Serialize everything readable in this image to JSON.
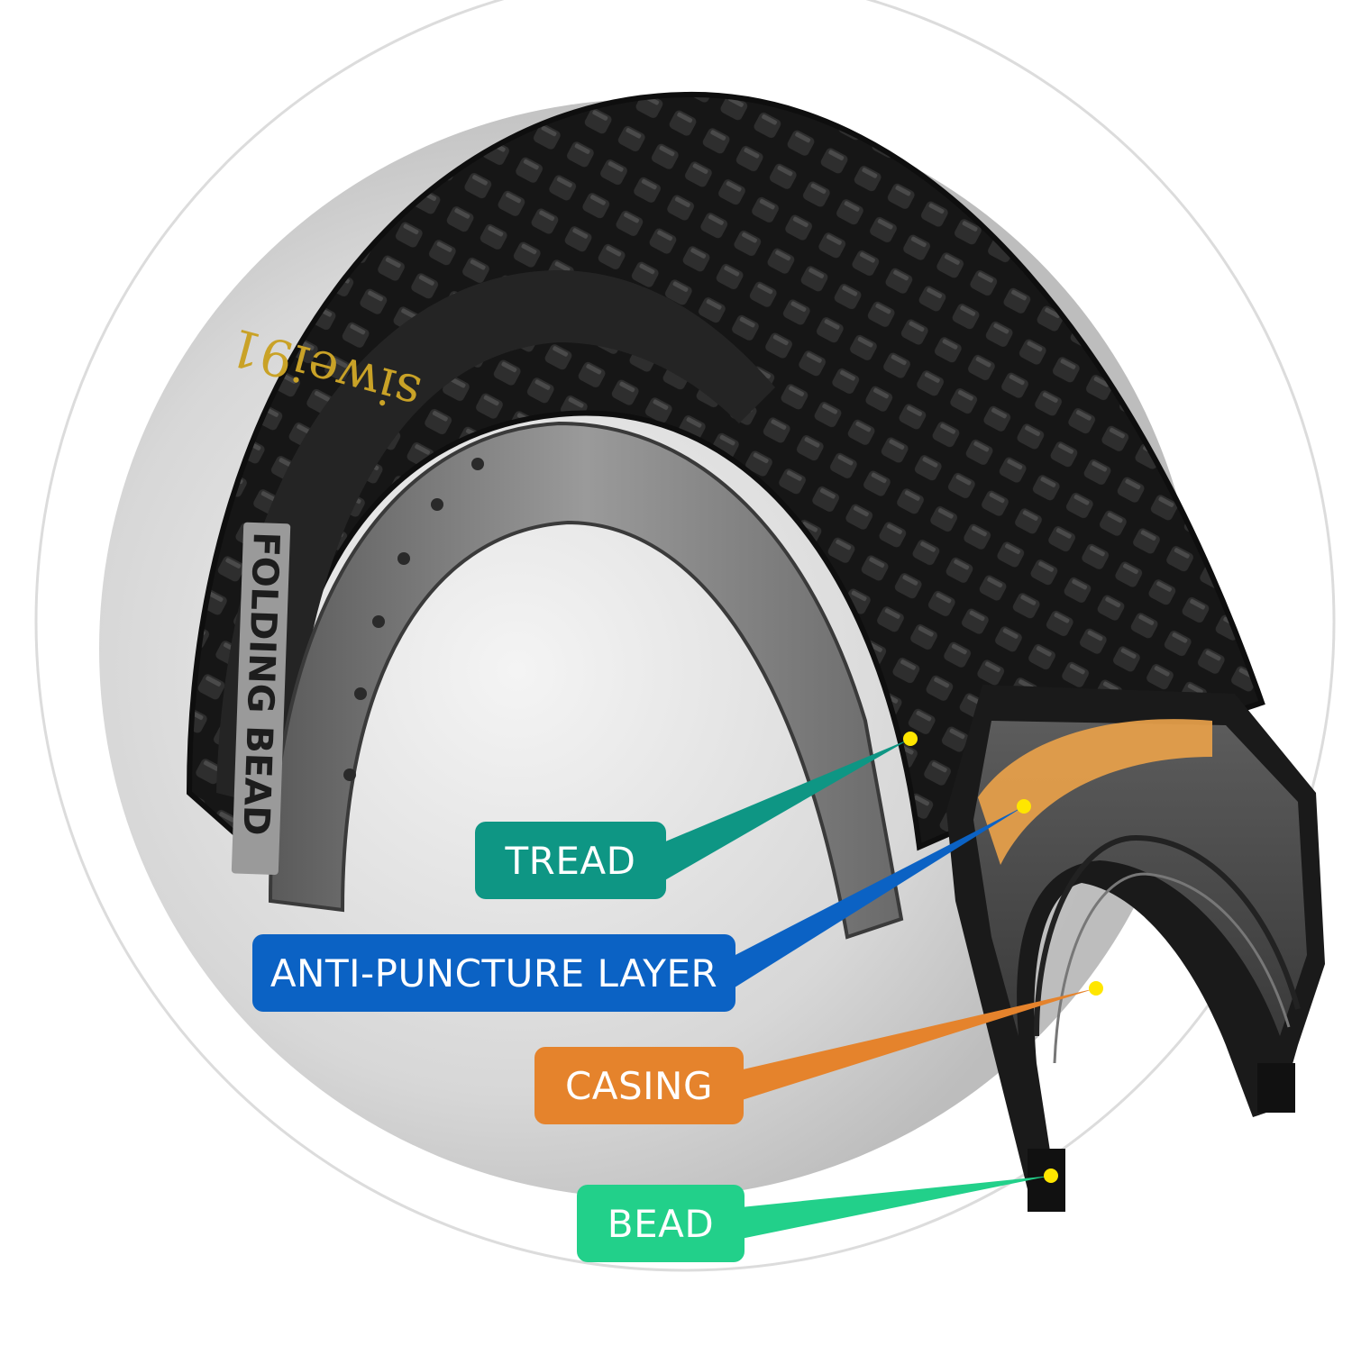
{
  "sidewall_text": {
    "brand": "siwei91",
    "bead_type": "FOLDING BEAD"
  },
  "callouts": [
    {
      "id": "tread",
      "text": "TREAD",
      "color": "#0e9684"
    },
    {
      "id": "anti-puncture",
      "text": "ANTI-PUNCTURE LAYER",
      "color": "#0b62c4"
    },
    {
      "id": "casing",
      "text": "CASING",
      "color": "#e5832c"
    },
    {
      "id": "bead",
      "text": "BEAD",
      "color": "#22d08a"
    }
  ],
  "colors": {
    "tire_rubber": "#1a1a1a",
    "rim_gray": "#8a8a8a",
    "anti_puncture_fill": "#e8a14a",
    "marker_dot": "#ffe600",
    "halo_ring": "#dcdcdc"
  }
}
